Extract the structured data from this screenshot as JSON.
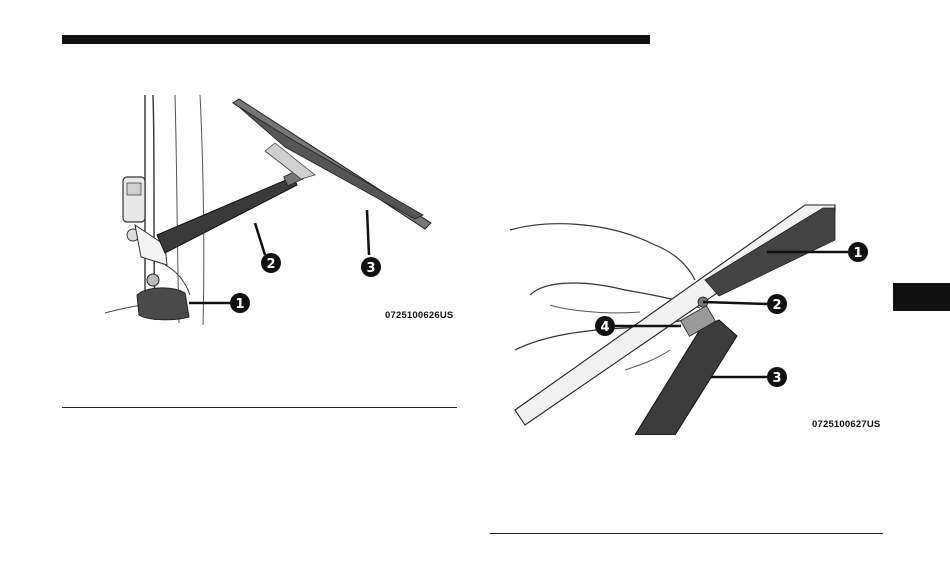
{
  "figure_left": {
    "code": "0725100626US",
    "callouts": [
      "1",
      "2",
      "3"
    ]
  },
  "figure_right": {
    "code": "0725100627US",
    "callouts": [
      "1",
      "2",
      "3",
      "4"
    ]
  }
}
